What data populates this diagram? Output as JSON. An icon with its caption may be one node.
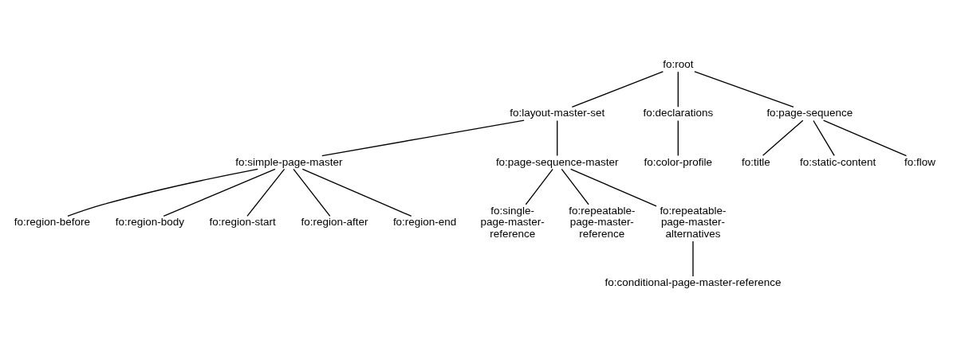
{
  "diagram": {
    "nodes": [
      {
        "text": [
          "fo:root"
        ]
      },
      {
        "text": [
          "fo:layout-master-set"
        ]
      },
      {
        "text": [
          "fo:declarations"
        ]
      },
      {
        "text": [
          "fo:page-sequence"
        ]
      },
      {
        "text": [
          "fo:simple-page-master"
        ]
      },
      {
        "text": [
          "fo:page-sequence-master"
        ]
      },
      {
        "text": [
          "fo:color-profile"
        ]
      },
      {
        "text": [
          "fo:title"
        ]
      },
      {
        "text": [
          "fo:static-content"
        ]
      },
      {
        "text": [
          "fo:flow"
        ]
      },
      {
        "text": [
          "fo:region-before"
        ]
      },
      {
        "text": [
          "fo:region-body"
        ]
      },
      {
        "text": [
          "fo:region-start"
        ]
      },
      {
        "text": [
          "fo:region-after"
        ]
      },
      {
        "text": [
          "fo:region-end"
        ]
      },
      {
        "text": [
          "fo:single- page-master- reference"
        ]
      },
      {
        "text": [
          "fo:repeatable- page-master- reference"
        ]
      },
      {
        "text": [
          "fo:repeatable- page-master- alternatives"
        ]
      },
      {
        "text": [
          "fo:conditional-page-master-reference"
        ]
      }
    ],
    "edges": [
      {
        "from": 0,
        "to": 1,
        "arrow": "none"
      },
      {
        "from": 0,
        "to": 2,
        "arrow": "none"
      },
      {
        "from": 0,
        "to": 3,
        "arrow": "none"
      },
      {
        "from": 1,
        "to": 4,
        "arrow": "none"
      },
      {
        "from": 1,
        "to": 5,
        "arrow": "none"
      },
      {
        "from": 2,
        "to": 6,
        "arrow": "none"
      },
      {
        "from": 3,
        "to": 7,
        "arrow": "none"
      },
      {
        "from": 3,
        "to": 8,
        "arrow": "none"
      },
      {
        "from": 3,
        "to": 9,
        "arrow": "none"
      },
      {
        "from": 4,
        "to": 10,
        "arrow": "none"
      },
      {
        "from": 4,
        "to": 11,
        "arrow": "none"
      },
      {
        "from": 4,
        "to": 12,
        "arrow": "none"
      },
      {
        "from": 4,
        "to": 13,
        "arrow": "none"
      },
      {
        "from": 4,
        "to": 14,
        "arrow": "none"
      },
      {
        "from": 5,
        "to": 15,
        "arrow": "none"
      },
      {
        "from": 5,
        "to": 16,
        "arrow": "none"
      },
      {
        "from": 5,
        "to": 17,
        "arrow": "none"
      },
      {
        "from": 17,
        "to": 18,
        "arrow": "none"
      }
    ]
  }
}
